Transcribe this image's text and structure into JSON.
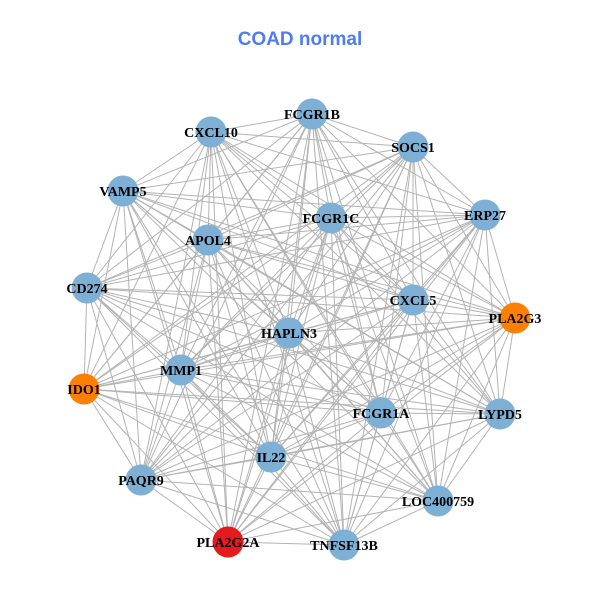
{
  "title": "COAD normal",
  "colors": {
    "default": "#7EB0D5",
    "orange": "#FF7F00",
    "red": "#E41A1C",
    "edge": "#B3B3B3"
  },
  "nodes": [
    {
      "id": "FCGR1B",
      "color": "default"
    },
    {
      "id": "CXCL10",
      "color": "default"
    },
    {
      "id": "SOCS1",
      "color": "default"
    },
    {
      "id": "VAMP5",
      "color": "default"
    },
    {
      "id": "FCGR1C",
      "color": "default"
    },
    {
      "id": "ERP27",
      "color": "default"
    },
    {
      "id": "APOL4",
      "color": "default"
    },
    {
      "id": "CD274",
      "color": "default"
    },
    {
      "id": "CXCL5",
      "color": "default"
    },
    {
      "id": "PLA2G3",
      "color": "orange"
    },
    {
      "id": "HAPLN3",
      "color": "default"
    },
    {
      "id": "MMP1",
      "color": "default"
    },
    {
      "id": "IDO1",
      "color": "orange"
    },
    {
      "id": "FCGR1A",
      "color": "default"
    },
    {
      "id": "LYPD5",
      "color": "default"
    },
    {
      "id": "IL22",
      "color": "default"
    },
    {
      "id": "PAQR9",
      "color": "default"
    },
    {
      "id": "LOC400759",
      "color": "default"
    },
    {
      "id": "PLA2G2A",
      "color": "red"
    },
    {
      "id": "TNFSF13B",
      "color": "default"
    }
  ]
}
